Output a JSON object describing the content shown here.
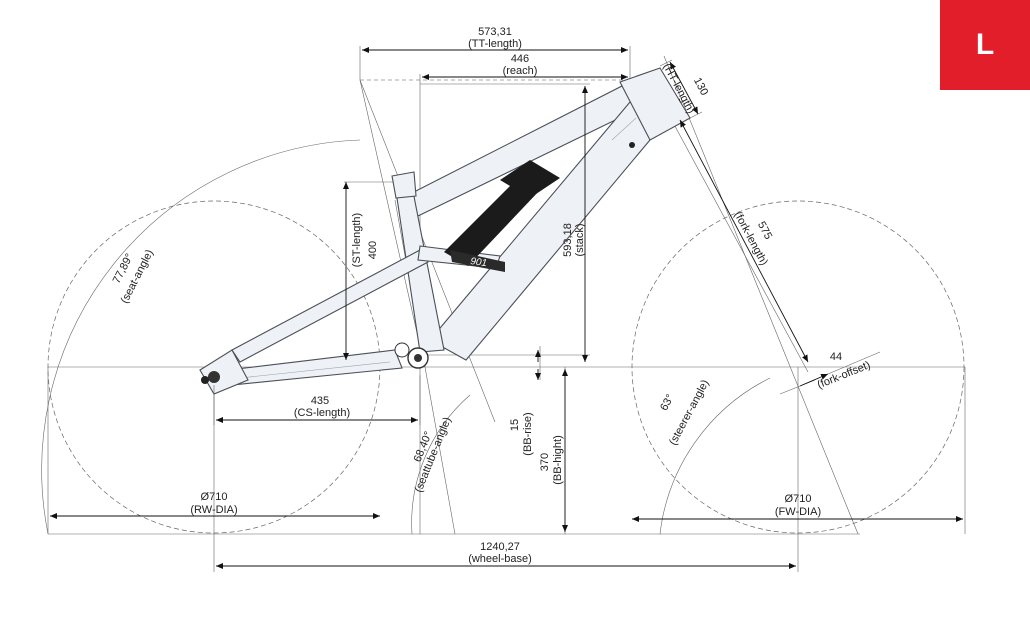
{
  "size_label": "L",
  "colors": {
    "badge": "#e31e2b",
    "frame_fill": "#eef1f5",
    "frame_stroke": "#4a4f58",
    "shock": "#1b1b1b",
    "line": "#111111"
  },
  "dimensions": {
    "tt": {
      "value": "573,31",
      "name": "(TT-length)"
    },
    "reach": {
      "value": "446",
      "name": "(reach)"
    },
    "ht": {
      "value": "130",
      "name": "(HT-length)"
    },
    "fork_len": {
      "value": "575",
      "name": "(fork-length)"
    },
    "stack": {
      "value": "593,18",
      "name": "(stack)"
    },
    "st": {
      "value": "400",
      "name": "(ST-length)"
    },
    "seat_angle": {
      "value": "77,89°",
      "name": "(seat-angle)"
    },
    "fork_offset": {
      "value": "44",
      "name": "(fork-offset)"
    },
    "cs": {
      "value": "435",
      "name": "(CS-length)"
    },
    "seattube_angle": {
      "value": "68,40°",
      "name": "(seattube-angle)"
    },
    "bb_rise": {
      "value": "15",
      "name": "(BB-rise)"
    },
    "bb_height": {
      "value": "370",
      "name": "(BB-hight)"
    },
    "steerer_angle": {
      "value": "63°",
      "name": "(steerer-angle)"
    },
    "rw_dia": {
      "value": "Ø710",
      "name": "(RW-DIA)"
    },
    "fw_dia": {
      "value": "Ø710",
      "name": "(FW-DIA)"
    },
    "wheelbase": {
      "value": "1240,27",
      "name": "(wheel-base)"
    }
  },
  "shock_label": "901"
}
